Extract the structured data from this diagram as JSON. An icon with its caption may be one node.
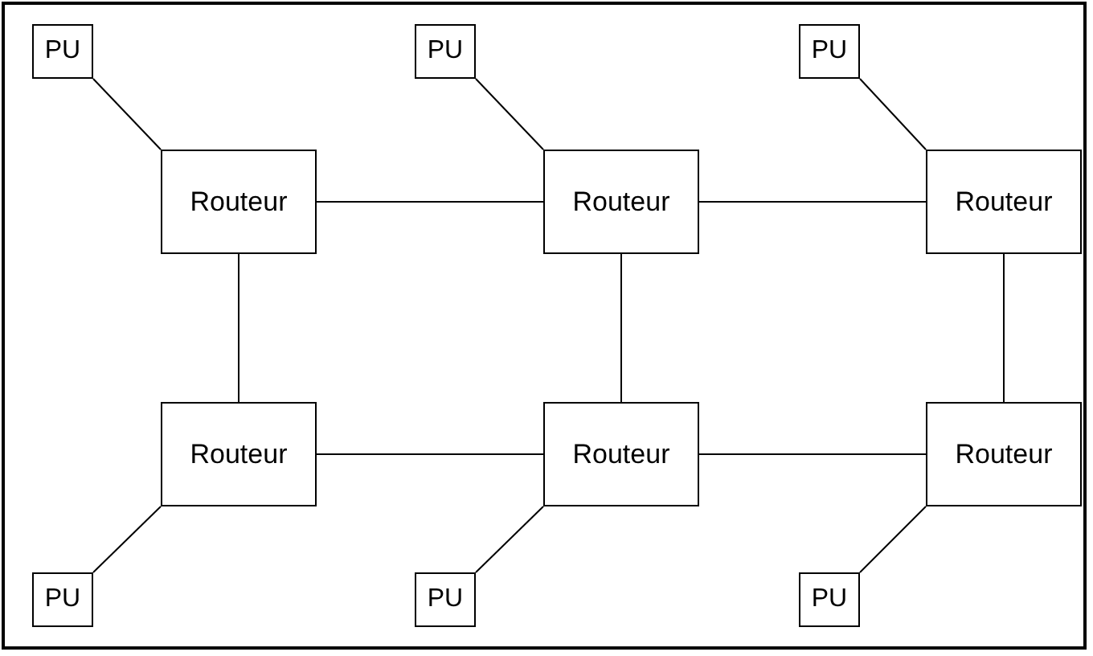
{
  "diagram": {
    "nodes": [
      {
        "text": [
          "PU"
        ]
      },
      {
        "text": [
          "PU"
        ]
      },
      {
        "text": [
          "PU"
        ]
      },
      {
        "text": [
          "Routeur"
        ]
      },
      {
        "text": [
          "Routeur"
        ]
      },
      {
        "text": [
          "Routeur"
        ]
      },
      {
        "text": [
          "Routeur"
        ]
      },
      {
        "text": [
          "Routeur"
        ]
      },
      {
        "text": [
          "Routeur"
        ]
      },
      {
        "text": [
          "PU"
        ]
      },
      {
        "text": [
          "PU"
        ]
      },
      {
        "text": [
          "PU"
        ]
      }
    ],
    "edges": [
      {
        "from": 0,
        "to": 3,
        "arrow": "none"
      },
      {
        "from": 1,
        "to": 4,
        "arrow": "none"
      },
      {
        "from": 2,
        "to": 5,
        "arrow": "none"
      },
      {
        "from": 3,
        "to": 4,
        "arrow": "none"
      },
      {
        "from": 4,
        "to": 5,
        "arrow": "none"
      },
      {
        "from": 3,
        "to": 6,
        "arrow": "none"
      },
      {
        "from": 4,
        "to": 7,
        "arrow": "none"
      },
      {
        "from": 5,
        "to": 8,
        "arrow": "none"
      },
      {
        "from": 6,
        "to": 7,
        "arrow": "none"
      },
      {
        "from": 7,
        "to": 8,
        "arrow": "none"
      },
      {
        "from": 6,
        "to": 9,
        "arrow": "none"
      },
      {
        "from": 7,
        "to": 10,
        "arrow": "none"
      },
      {
        "from": 8,
        "to": 11,
        "arrow": "none"
      }
    ]
  }
}
